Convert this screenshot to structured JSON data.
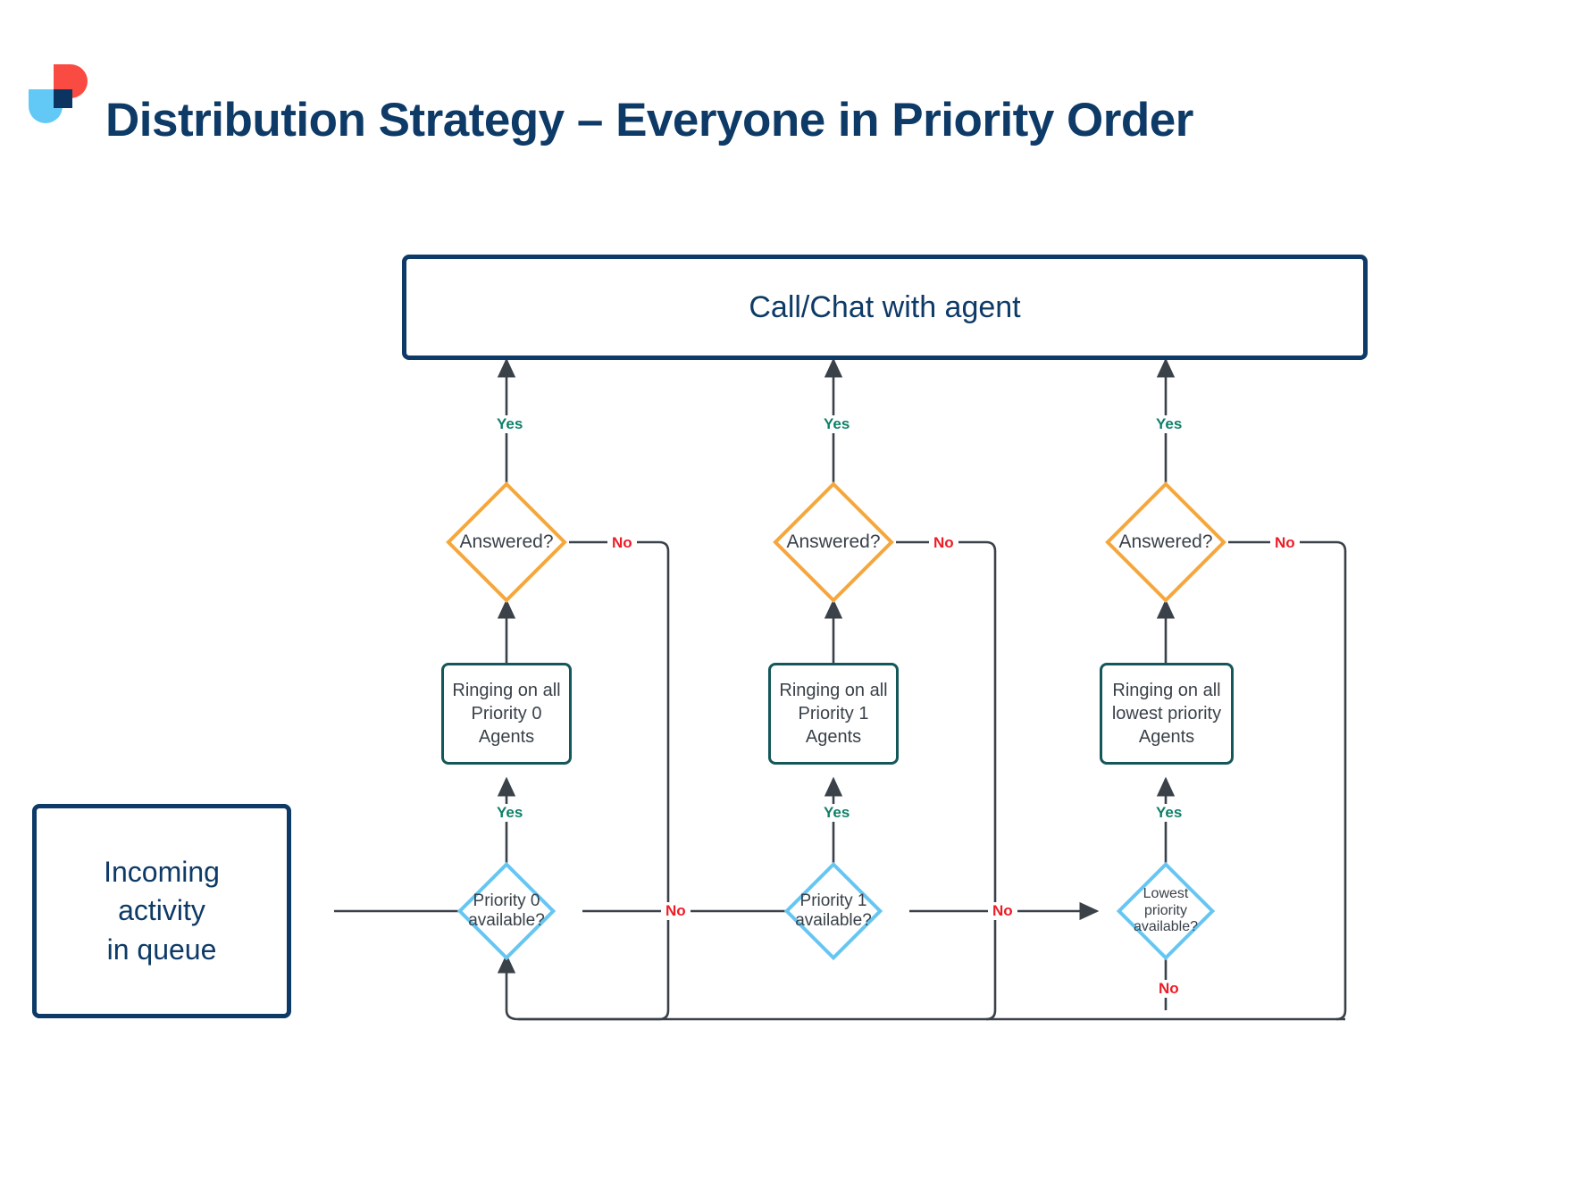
{
  "header": {
    "title": "Distribution Strategy – Everyone in Priority Order",
    "logo_name": "company-logo",
    "logo_colors": {
      "red": "#fa4b42",
      "light_blue": "#62c8f5",
      "navy": "#0b3560"
    }
  },
  "colors": {
    "navy": "#0d3a66",
    "teal_border": "#14575a",
    "orange_border": "#f5a73c",
    "light_blue_border": "#66c6f2",
    "yes_label": "#0d8069",
    "no_label": "#ee1c25",
    "wire": "#3a4149",
    "node_text": "#3a4149"
  },
  "nodes": {
    "start": {
      "label": "Incoming\nactivity\nin queue",
      "line1": "Incoming",
      "line2": "activity",
      "line3": "in queue"
    },
    "terminal": {
      "label": "Call/Chat with agent"
    },
    "answered": [
      {
        "label": "Answered?"
      },
      {
        "label": "Answered?"
      },
      {
        "label": "Answered?"
      }
    ],
    "ringing": [
      {
        "line1": "Ringing on all",
        "line2": "Priority 0",
        "line3": "Agents"
      },
      {
        "line1": "Ringing on all",
        "line2": "Priority 1",
        "line3": "Agents"
      },
      {
        "line1": "Ringing on all",
        "line2": "lowest priority",
        "line3": "Agents"
      }
    ],
    "available": [
      {
        "line1": "Priority 0",
        "line2": "available?",
        "line3": ""
      },
      {
        "line1": "Priority 1",
        "line2": "available?",
        "line3": ""
      },
      {
        "line1": "Lowest",
        "line2": "priority",
        "line3": "available?"
      }
    ]
  },
  "edge_labels": {
    "answered_yes": [
      "Yes",
      "Yes",
      "Yes"
    ],
    "answered_no": [
      "No",
      "No",
      "No"
    ],
    "available_yes": [
      "Yes",
      "Yes",
      "Yes"
    ],
    "available_no": [
      "No",
      "No",
      "No"
    ]
  }
}
